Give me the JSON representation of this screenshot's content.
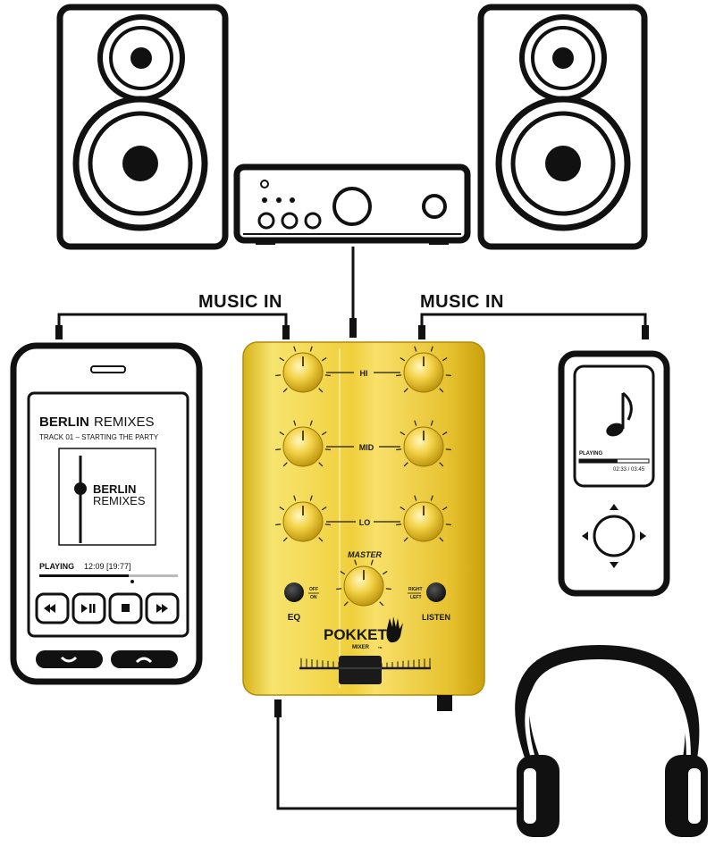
{
  "music_in": {
    "left": "MUSIC IN",
    "right": "MUSIC IN"
  },
  "phone": {
    "title_bold": "BERLIN",
    "title_light": "REMIXES",
    "track": "TRACK 01 – STARTING THE PARTY",
    "cover_bold": "BERLIN",
    "cover_light": "REMIXES",
    "status": "PLAYING",
    "time": "12:09 [19:77]",
    "controls": [
      "prev-icon",
      "play-pause-icon",
      "stop-icon",
      "next-icon"
    ]
  },
  "player": {
    "status": "PLAYING",
    "time": "02:33 / 03:45",
    "icon": "music-note-icon",
    "progress": 0.55
  },
  "mixer": {
    "hi": "HI",
    "mid": "MID",
    "lo": "LO",
    "master": "MASTER",
    "eq_off": "OFF",
    "eq_on": "ON",
    "eq": "EQ",
    "listen_right": "RIGHT",
    "listen_left": "LEFT",
    "listen": "LISTEN",
    "brand": "POKKET",
    "brand_sub": "MIXER",
    "tm": "TM",
    "colors": {
      "gold_light": "#f5e06a",
      "gold_dark": "#c9a10c"
    }
  }
}
